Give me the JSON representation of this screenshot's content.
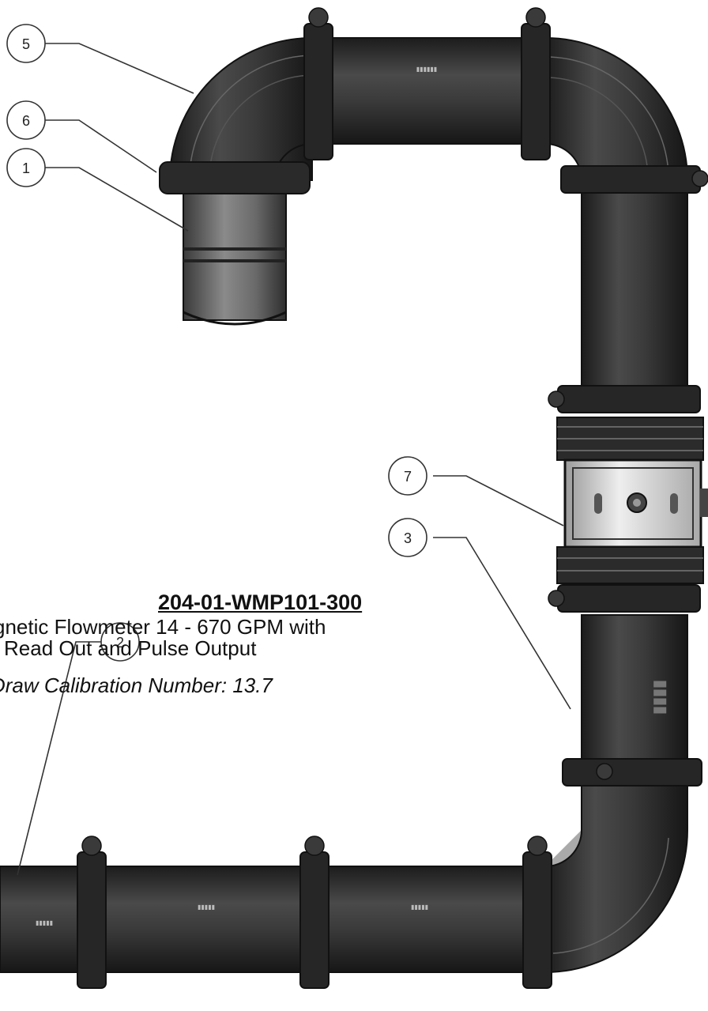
{
  "title_block": {
    "part_number": "204-01-WMP101-300",
    "description_line1": "gnetic Flowmeter 14 - 670 GPM with",
    "description_line2": "l Read Out and Pulse Output",
    "calibration": "Draw Calibration Number: 13.7"
  },
  "balloons": [
    {
      "id": "balloon-5",
      "label": "5"
    },
    {
      "id": "balloon-6",
      "label": "6"
    },
    {
      "id": "balloon-1",
      "label": "1"
    },
    {
      "id": "balloon-7",
      "label": "7"
    },
    {
      "id": "balloon-3",
      "label": "3"
    },
    {
      "id": "balloon-2",
      "label": "2"
    }
  ],
  "colors": {
    "pipe": "#3a3a3a",
    "pipe_dark": "#1f1f1f",
    "pipe_light": "#6e6e6e",
    "clamp": "#2a2a2a",
    "flowmeter_body": "#d9d9d9",
    "leader": "#333333"
  },
  "icons": {
    "assembly": "pipe-assembly-drawing"
  }
}
